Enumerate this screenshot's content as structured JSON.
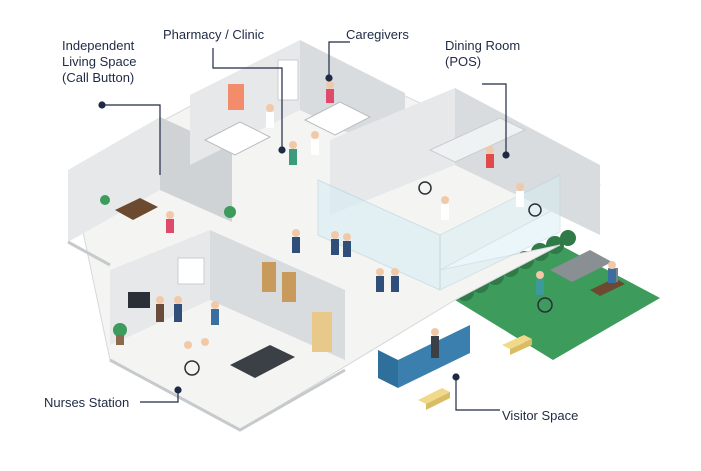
{
  "labels": {
    "independent_living": "Independent\nLiving Space\n(Call Button)",
    "pharmacy": "Pharmacy / Clinic",
    "caregivers": "Caregivers",
    "dining": "Dining Room\n(POS)",
    "nurses": "Nurses Station",
    "visitor": "Visitor Space"
  },
  "colors": {
    "wall": "#e6e8ea",
    "wall_dark": "#cfd3d6",
    "floor": "#f4f4f2",
    "grass": "#3d9b5c",
    "glass": "#d7eef4",
    "desk": "#2f6f9c",
    "callout": "#1f2a44",
    "bench": "#f0d98a",
    "wood": "#6b4a2f"
  }
}
